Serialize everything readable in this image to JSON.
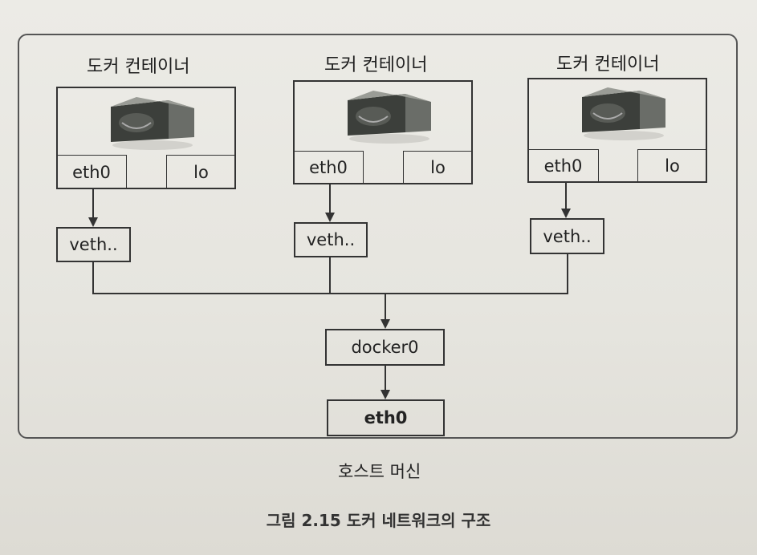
{
  "containers": [
    {
      "title": "도커 컨테이너",
      "eth_label": "eth0",
      "lo_label": "lo",
      "veth_label": "veth.."
    },
    {
      "title": "도커 컨테이너",
      "eth_label": "eth0",
      "lo_label": "lo",
      "veth_label": "veth.."
    },
    {
      "title": "도커 컨테이너",
      "eth_label": "eth0",
      "lo_label": "lo",
      "veth_label": "veth.."
    }
  ],
  "bridge": {
    "label": "docker0"
  },
  "host_interface": {
    "label": "eth0"
  },
  "host_caption": "호스트 머신",
  "figure_caption": "그림 2.15 도커 네트워크의 구조",
  "icons": {
    "container": "docker-container-cube-icon"
  },
  "colors": {
    "line": "#333333",
    "frame": "#555555",
    "cube_dark": "#3c3f3b",
    "cube_mid": "#6a6d68"
  }
}
